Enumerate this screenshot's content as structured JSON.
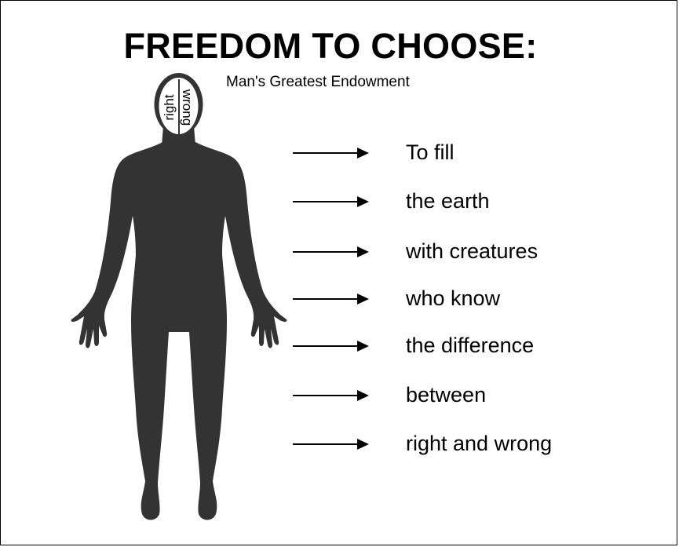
{
  "title": "FREEDOM TO CHOOSE:",
  "subtitle": "Man's Greatest Endowment",
  "head_labels": {
    "left": "right",
    "right": "wrong"
  },
  "icons": {
    "figure": "human-silhouette-icon",
    "arrow": "right-arrow-icon"
  },
  "colors": {
    "silhouette": "#333333",
    "text": "#000000",
    "background": "#ffffff"
  },
  "steps": [
    {
      "text": "To fill"
    },
    {
      "text": "the earth"
    },
    {
      "text": "with creatures"
    },
    {
      "text": "who know"
    },
    {
      "text": "the difference"
    },
    {
      "text": "between"
    },
    {
      "text": "right and wrong"
    }
  ]
}
